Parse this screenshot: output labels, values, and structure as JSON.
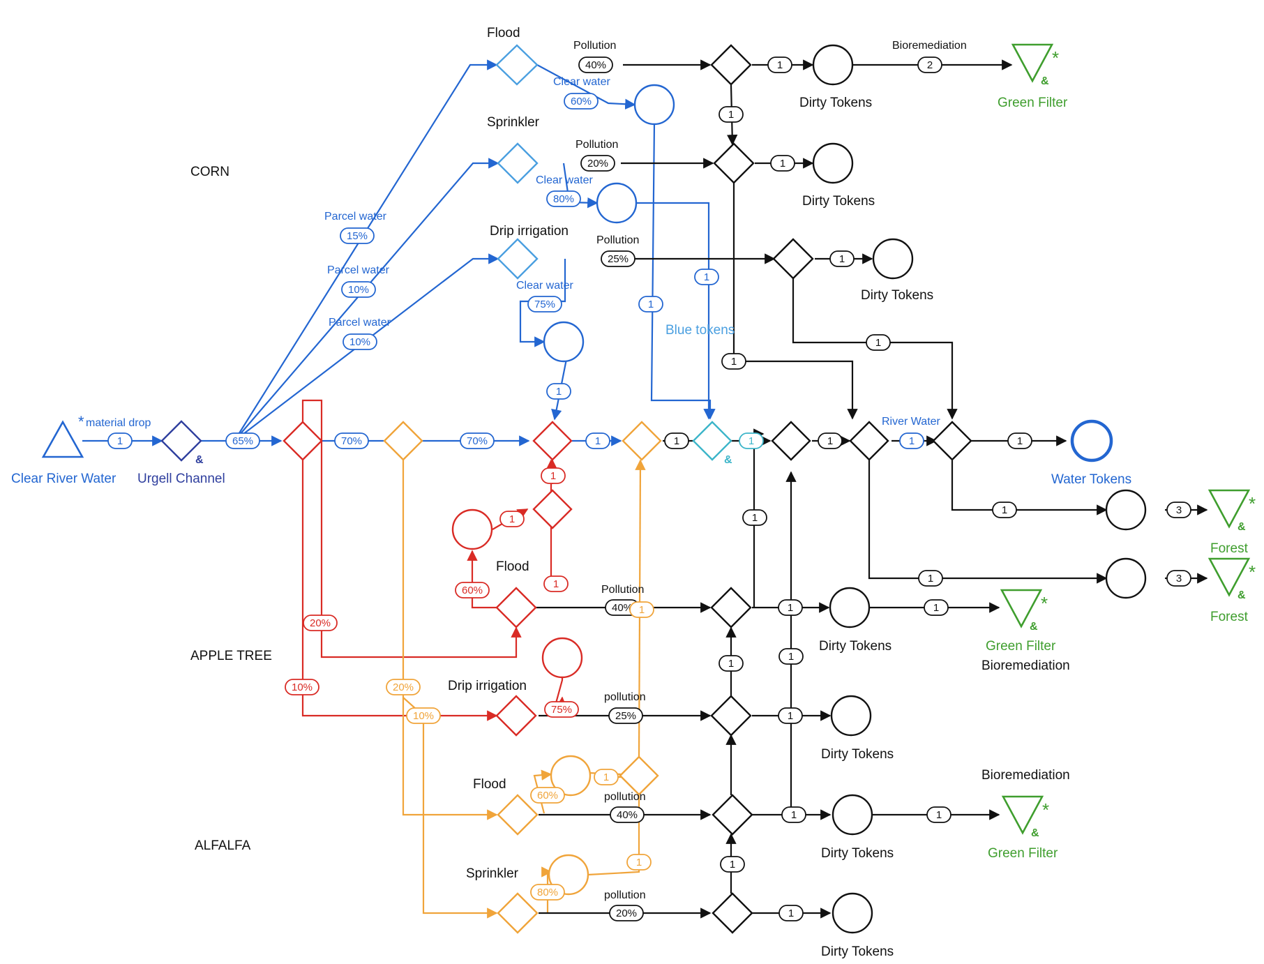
{
  "colors": {
    "black": "#111111",
    "blue": "#2366d1",
    "light_blue": "#4a9fe0",
    "cyan": "#3cb5c9",
    "navy": "#2f3f9e",
    "red": "#d92b25",
    "orange": "#f0a43a",
    "green": "#3f9e2e"
  },
  "crops": {
    "corn": "CORN",
    "apple": "APPLE TREE",
    "alfalfa": "ALFALFA"
  },
  "source": {
    "label": "Clear River Water",
    "drop_label": "material drop",
    "drop_count": "1"
  },
  "channel": {
    "label": "Urgell Channel",
    "split": "65%"
  },
  "corn": {
    "parcel": {
      "label": "Parcel water",
      "flood": "15%",
      "sprinkler": "10%",
      "drip": "10%"
    },
    "flood": {
      "label": "Flood",
      "pollution_label": "Pollution",
      "pollution": "40%",
      "clear_label": "Clear water",
      "clear": "60%",
      "to_dirty": "1",
      "down": "1",
      "bio_label": "Bioremediation",
      "bio": "2",
      "dirty": "Dirty Tokens",
      "filter": "Green Filter"
    },
    "sprinkler": {
      "label": "Sprinkler",
      "pollution_label": "Pollution",
      "pollution": "20%",
      "clear_label": "Clear water",
      "clear": "80%",
      "to_dirty": "1",
      "dirty": "Dirty Tokens"
    },
    "drip": {
      "label": "Drip irrigation",
      "pollution_label": "Pollution",
      "pollution": "25%",
      "clear_label": "Clear water",
      "clear": "75%",
      "to_dirty": "1",
      "dirty": "Dirty Tokens",
      "to_river": "1",
      "down_left": "1"
    },
    "blue_tokens": {
      "label": "Blue tokens",
      "a": "1",
      "b": "1",
      "c": "1"
    }
  },
  "main": {
    "p1": "70%",
    "p2": "70%",
    "t1": "1",
    "t2": "1",
    "t3": "1",
    "t4": "1",
    "river_label": "River Water",
    "river": "1",
    "out": "1",
    "water_tokens": "Water Tokens"
  },
  "apple": {
    "split_flood": "20%",
    "split_drip": "10%",
    "flood": {
      "label": "Flood",
      "clear": "60%",
      "loop": "1",
      "up": "1",
      "merge_up": "1",
      "pollution_label": "Pollution",
      "pollution": "40%"
    },
    "drip": {
      "label": "Drip irrigation",
      "clear": "75%",
      "pollution_label": "pollution",
      "pollution": "25%"
    },
    "to_dirty_flood": "1",
    "to_dirty_drip": "1",
    "merge": "1",
    "up_to_main": "1",
    "dirty_flood": "Dirty Tokens",
    "dirty_drip": "Dirty Tokens",
    "bio_count": "1",
    "filter": "Green Filter",
    "bio_label": "Bioremediation"
  },
  "alfalfa": {
    "split_flood": "20%",
    "split_sprinkler": "10%",
    "flood": {
      "label": "Flood",
      "clear": "60%",
      "loop": "1",
      "pollution_label": "pollution",
      "pollution": "40%"
    },
    "sprinkler": {
      "label": "Sprinkler",
      "clear": "80%",
      "up": "1",
      "pollution_label": "pollution",
      "pollution": "20%"
    },
    "up_tok": "1",
    "to_dirty_flood": "1",
    "to_dirty_sprinkler": "1",
    "merge": "1",
    "up_to_main": "1",
    "dirty_flood": "Dirty Tokens",
    "dirty_sprinkler": "Dirty Tokens",
    "bio_label": "Bioremediation",
    "bio_count": "1",
    "filter": "Green Filter"
  },
  "forest": {
    "label_a": "Forest",
    "label_b": "Forest",
    "in_a": "1",
    "in_b": "1",
    "out_a": "3",
    "out_b": "3"
  }
}
